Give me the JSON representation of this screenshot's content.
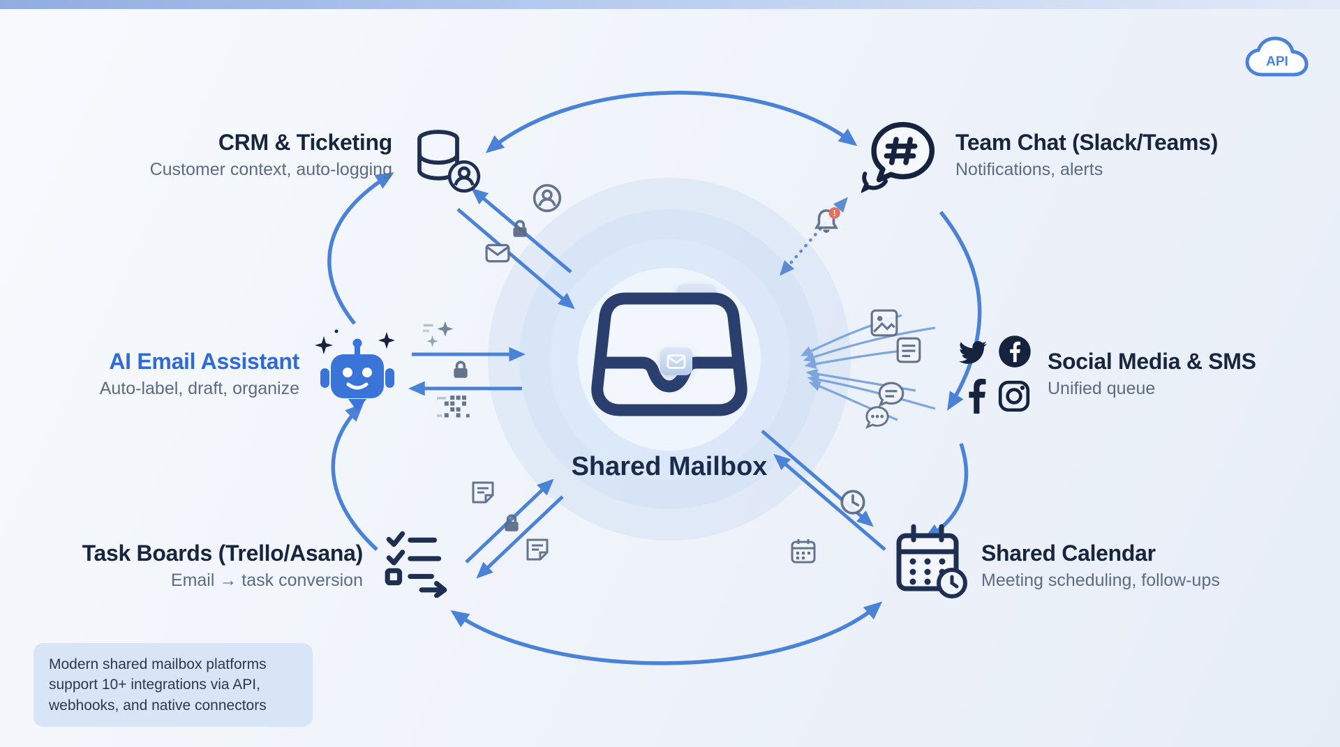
{
  "api_badge": {
    "label": "API"
  },
  "center": {
    "title": "Shared Mailbox"
  },
  "nodes": [
    {
      "id": "crm",
      "title": "CRM & Ticketing",
      "subtitle": "Customer context, auto-logging"
    },
    {
      "id": "team_chat",
      "title": "Team Chat (Slack/Teams)",
      "subtitle": "Notifications, alerts"
    },
    {
      "id": "ai",
      "title": "AI Email Assistant",
      "subtitle": "Auto-label, draft, organize"
    },
    {
      "id": "social",
      "title": "Social Media & SMS",
      "subtitle": "Unified queue"
    },
    {
      "id": "task",
      "title": "Task Boards (Trello/Asana)",
      "subtitle": "Email → task conversion"
    },
    {
      "id": "calendar",
      "title": "Shared Calendar",
      "subtitle": "Meeting scheduling, follow-ups"
    }
  ],
  "note": {
    "text": "Modern shared mailbox platforms support 10+ integrations via API, webhooks, and native connectors"
  },
  "icons": {
    "center": "inbox-tray-icon",
    "crm": "database-icon",
    "crm_badge": "person-circle-icon",
    "team_chat": "hashtag-bubble-icon",
    "ai": "robot-icon",
    "social": [
      "twitter-icon",
      "facebook-circle-icon",
      "facebook-f-icon",
      "instagram-icon"
    ],
    "task": "checklist-arrow-icon",
    "calendar": "calendar-clock-icon",
    "api": "cloud-icon",
    "bell_badge": "!"
  },
  "colors": {
    "accent": "#4a82d8",
    "navy": "#17253f",
    "subtitle_gray": "#5c6b82",
    "ai_title_blue": "#2e6bd4",
    "robot_blue": "#3b74d9",
    "note_bg": "#d7e5f6",
    "glow_blue": "#c7d8f2"
  }
}
